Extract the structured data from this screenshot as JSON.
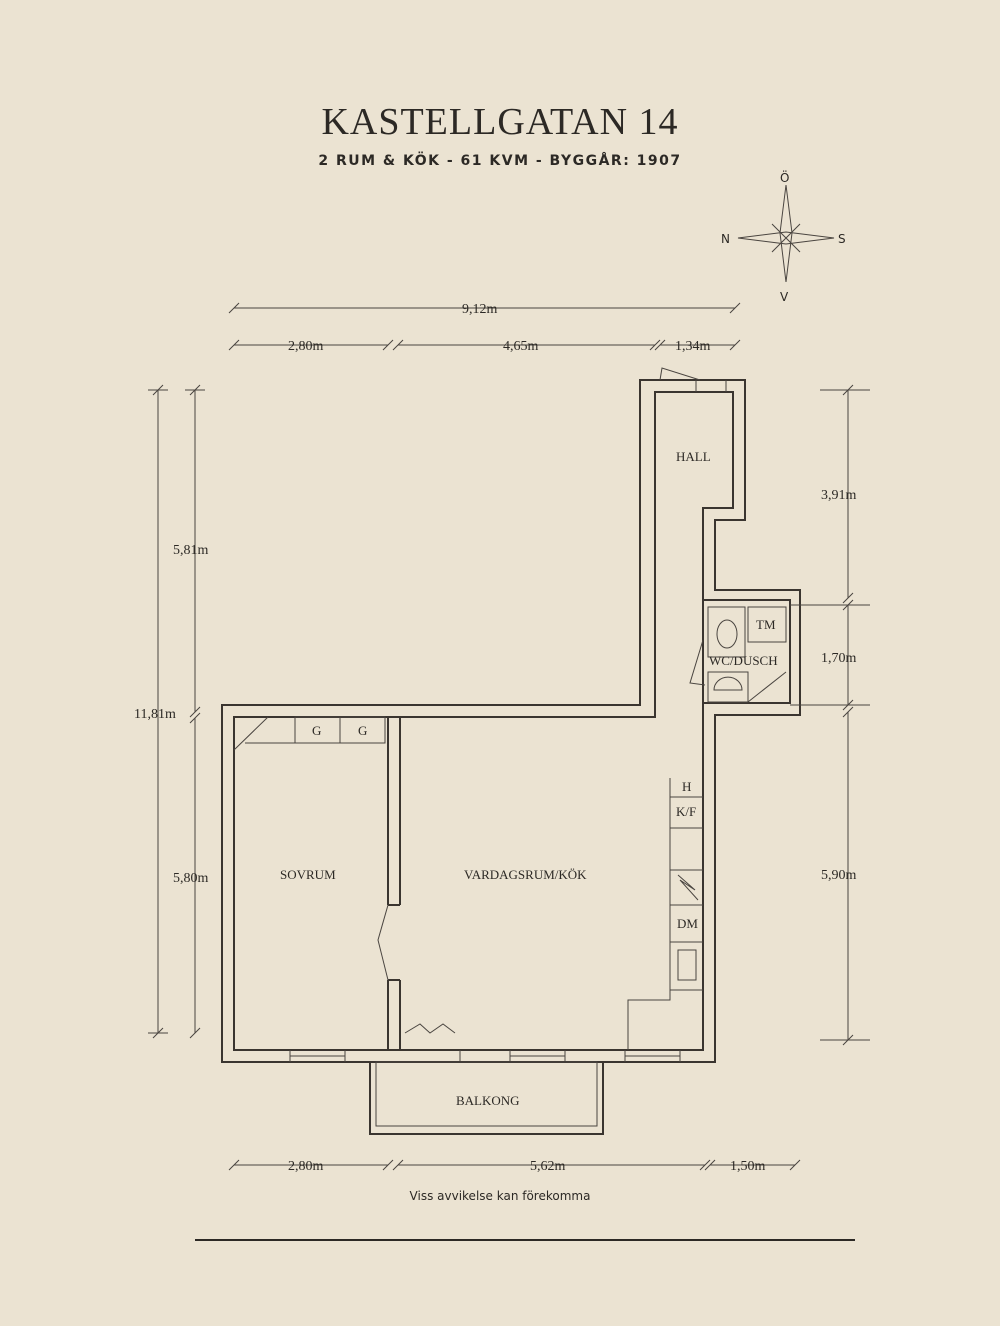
{
  "title": "KASTELLGATAN 14",
  "subtitle": "2 RUM & KÖK  -  61 KVM  -  BYGGÅR: 1907",
  "compass": {
    "n": "N",
    "s": "S",
    "e": "Ö",
    "w": "V"
  },
  "rooms": {
    "hall": "HALL",
    "wc": "WC/DUSCH",
    "tm": "TM",
    "sovrum": "SOVRUM",
    "vardagsrum": "VARDAGSRUM/KÖK",
    "balkong": "BALKONG",
    "g1": "G",
    "g2": "G",
    "h": "H",
    "kf": "K/F",
    "dm": "DM"
  },
  "dimensions": {
    "top_total": "9,12m",
    "top_a": "2,80m",
    "top_b": "4,65m",
    "top_c": "1,34m",
    "left_total": "11,81m",
    "left_a": "5,81m",
    "left_b": "5,80m",
    "right_a": "3,91m",
    "right_b": "1,70m",
    "right_c": "5,90m",
    "bottom_a": "2,80m",
    "bottom_b": "5,62m",
    "bottom_c": "1,50m"
  },
  "footer": "Viss avvikelse kan förekomma"
}
